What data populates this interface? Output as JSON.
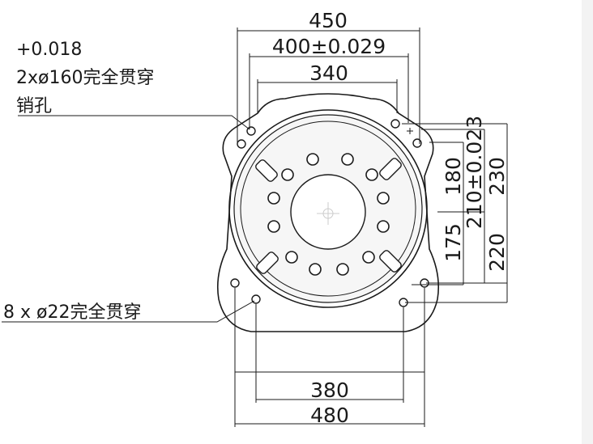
{
  "annotations": {
    "pin_tolerance": "+0.018",
    "pin_spec": "2xø160完全贯穿",
    "pin_type": "销孔",
    "bolt_spec": "8 x ø22完全贯穿"
  },
  "dimensions": {
    "top_outer": "450",
    "top_mid": "400±0.029",
    "top_inner": "340",
    "bottom_inner": "380",
    "bottom_outer": "480",
    "right_175": "175",
    "right_180": "180",
    "right_210": "210±0.023",
    "right_220": "220",
    "right_230": "230"
  },
  "colors": {
    "line": "#1a1a1a",
    "face_fill": "#f6f6f6",
    "side_panel": "#f3f3f3"
  }
}
